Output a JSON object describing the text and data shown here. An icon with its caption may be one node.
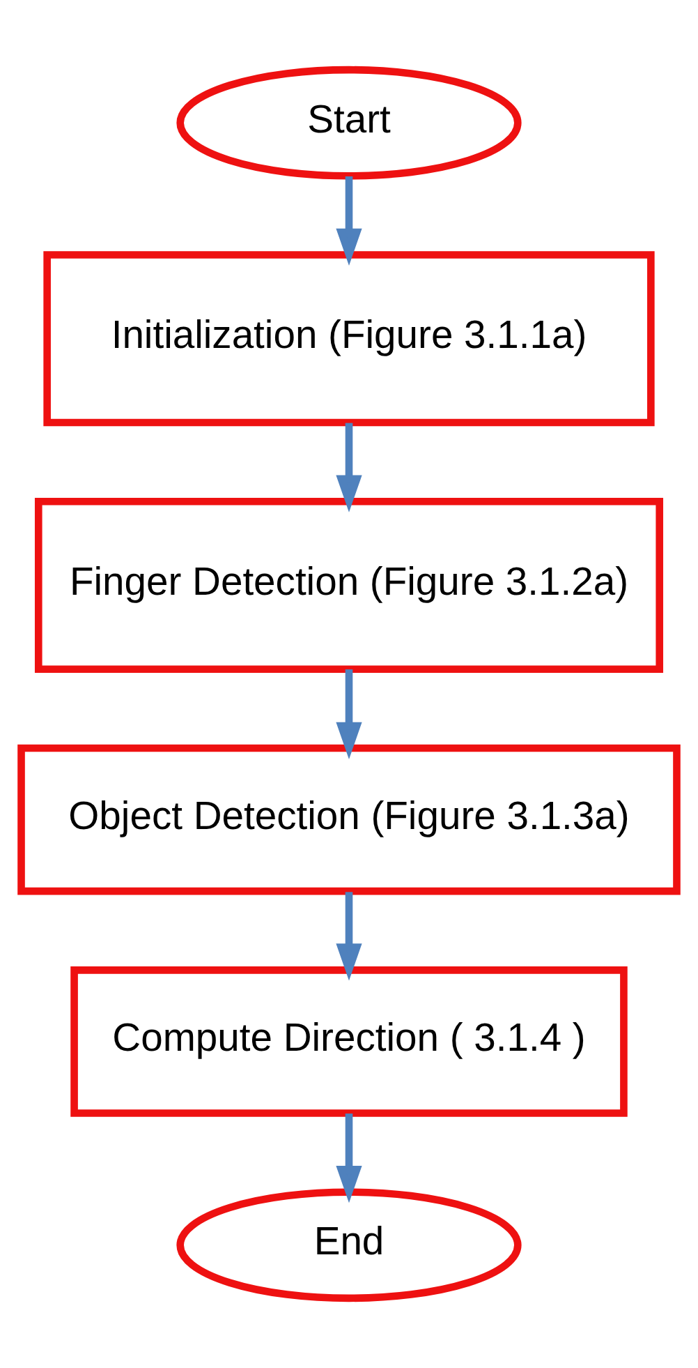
{
  "diagram": {
    "nodes": [
      {
        "text": [
          "Start"
        ]
      },
      {
        "text": [
          "Initialization (Figure 3.1.1a)"
        ]
      },
      {
        "text": [
          "Finger Detection (Figure 3.1.2a)"
        ]
      },
      {
        "text": [
          "Object Detection (Figure 3.1.3a)"
        ]
      },
      {
        "text": [
          "Compute Direction ( 3.1.4 )"
        ]
      },
      {
        "text": [
          "End"
        ]
      }
    ],
    "edges": [
      {
        "from": 0,
        "to": 1,
        "arrow": "to"
      },
      {
        "from": 1,
        "to": 2,
        "arrow": "to"
      },
      {
        "from": 2,
        "to": 3,
        "arrow": "to"
      },
      {
        "from": 3,
        "to": 4,
        "arrow": "to"
      },
      {
        "from": 4,
        "to": 5,
        "arrow": "to"
      }
    ]
  }
}
